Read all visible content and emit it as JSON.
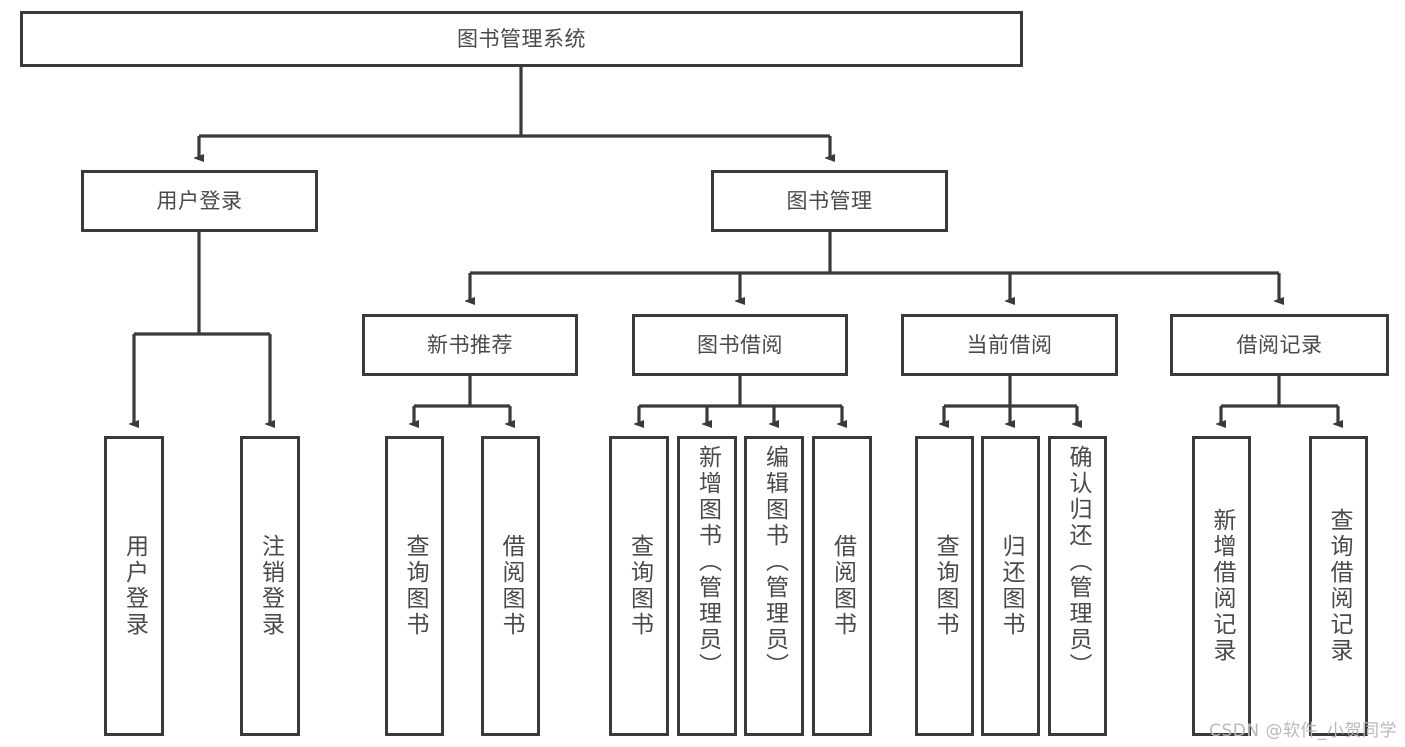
{
  "diagram": {
    "type": "tree-hierarchy-chart",
    "title": "图书管理系统",
    "colors": {
      "border": "#3a3a3a",
      "text": "#4a4a4a",
      "background": "#ffffff",
      "watermark": "#b9b9b9"
    },
    "root": {
      "label": "图书管理系统"
    },
    "level2": [
      {
        "label": "用户登录"
      },
      {
        "label": "图书管理"
      }
    ],
    "level3": [
      {
        "label": "新书推荐"
      },
      {
        "label": "图书借阅"
      },
      {
        "label": "当前借阅"
      },
      {
        "label": "借阅记录"
      }
    ],
    "leaves": {
      "user_login": [
        {
          "label": "用户登录"
        },
        {
          "label": "注销登录"
        }
      ],
      "new_book_recommend": [
        {
          "label": "查询图书"
        },
        {
          "label": "借阅图书"
        }
      ],
      "book_borrow": [
        {
          "label": "查询图书"
        },
        {
          "label": "新增图书（管理员）"
        },
        {
          "label": "编辑图书（管理员）"
        },
        {
          "label": "借阅图书"
        }
      ],
      "current_borrow": [
        {
          "label": "查询图书"
        },
        {
          "label": "归还图书"
        },
        {
          "label": "确认归还（管理员）"
        }
      ],
      "borrow_record": [
        {
          "label": "新增借阅记录"
        },
        {
          "label": "查询借阅记录"
        }
      ]
    },
    "watermark": "CSDN @软件_小贺同学"
  }
}
